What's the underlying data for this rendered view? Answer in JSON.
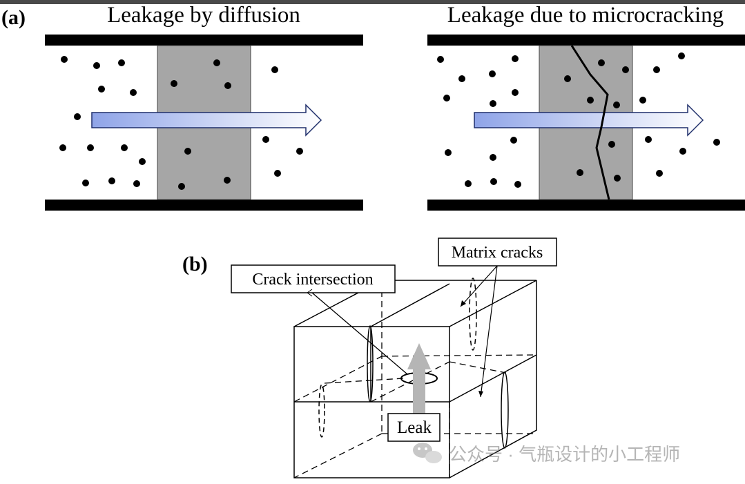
{
  "panel_a": {
    "label": "(a)",
    "left_title": "Leakage by diffusion",
    "right_title": "Leakage due to microcracking"
  },
  "panel_b": {
    "label": "(b)",
    "callout_crack_intersection": "Crack intersection",
    "callout_matrix_cracks": "Matrix cracks",
    "callout_leak": "Leak"
  },
  "watermark": {
    "text": "公众号 · 气瓶设计的小工程师",
    "icon": "wechat-icon"
  },
  "colors": {
    "membrane": "#a6a6a6",
    "arrow_start": "#8fa4e8",
    "arrow_end": "#ffffff",
    "leak_arrow": "#b5b5b5",
    "frame": "#4a4a4a"
  }
}
